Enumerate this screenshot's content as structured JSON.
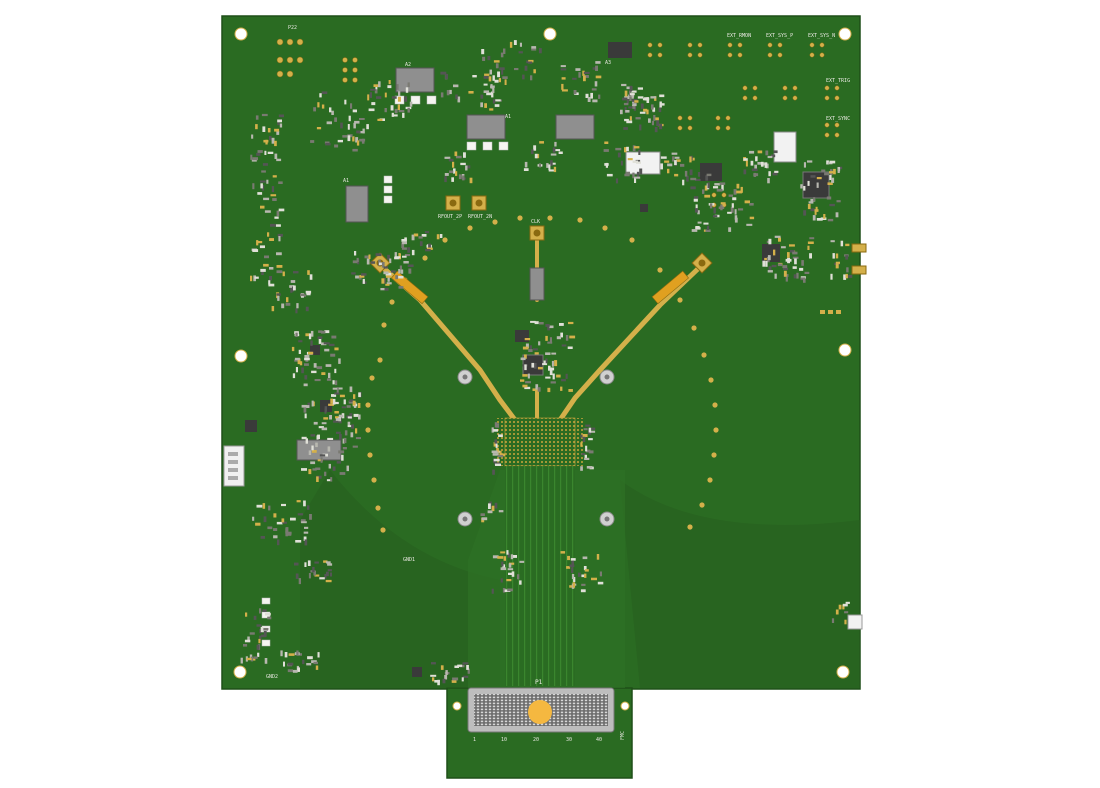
{
  "board": {
    "colors": {
      "solder_mask": "#2a6b22",
      "copper_fill": "#245f1c",
      "board_edge": "#1e4f18",
      "pad_gold": "#d4b04a",
      "via_gold": "#c9a53c",
      "chip_dark": "#3a3a3a",
      "chip_grey": "#8f8f8f",
      "silkscreen": "#e8e8e0",
      "fiducial": "#f5b840",
      "connector_steel": "#c8c8c8"
    },
    "labels": {
      "p22": "P22",
      "a2": "A2",
      "a1_top": "A1",
      "a1_left": "A1",
      "a3": "A3",
      "rfout_2p": "RFOUT_2P",
      "rfout_2n": "RFOUT_2N",
      "clk": "CLK",
      "ext_rmon": "EXT_RMON",
      "ext_sys_p": "EXT_SYS_P",
      "ext_sys_n": "EXT_SYS_N",
      "ext_trig": "EXT_TRIG",
      "ext_sync": "EXT_SYNC",
      "gnd1": "GND1",
      "gnd2": "GND2",
      "p1": "P1",
      "fmc_pin_1": "1",
      "fmc_pin_10": "10",
      "fmc_pin_20": "20",
      "fmc_pin_30": "30",
      "fmc_pin_40": "40",
      "fmc_label": "FMC"
    },
    "connector_label": "P1"
  }
}
